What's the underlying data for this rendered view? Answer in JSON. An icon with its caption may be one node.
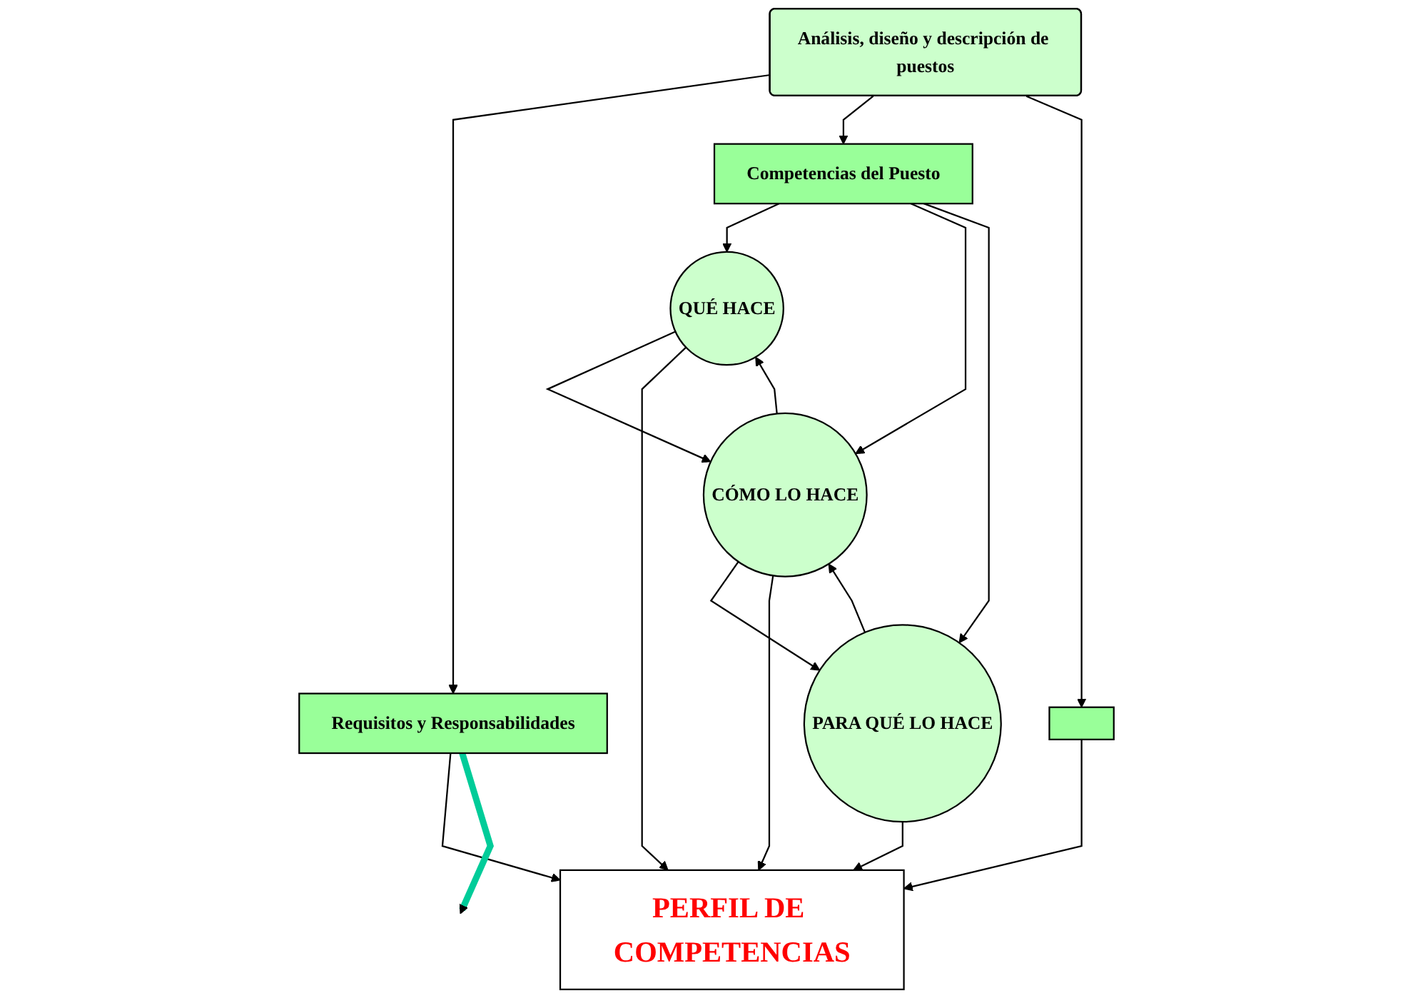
{
  "diagram": {
    "nodes": [
      {
        "text": [
          "Análisis, diseño y descripción de puestos"
        ]
      },
      {
        "text": [
          "Requisitos y Responsabilidades"
        ]
      },
      {
        "text": [
          "Competencias del Puesto"
        ]
      },
      {
        "text": [],
        "shape": "box"
      },
      {
        "text": [
          "QUÉ HACE"
        ]
      },
      {
        "text": [
          "CÓMO LO HACE"
        ]
      },
      {
        "text": [
          "PARA QUÉ LO HACE"
        ]
      },
      {
        "text": [
          "PERFIL DE COMPETENCIAS"
        ]
      }
    ],
    "edges": [
      {
        "from": 0,
        "to": 1,
        "arrow": "to"
      },
      {
        "from": 0,
        "to": 2,
        "arrow": "to"
      },
      {
        "from": 0,
        "to": 3,
        "arrow": "to"
      },
      {
        "from": 2,
        "to": 4,
        "arrow": "to"
      },
      {
        "from": 2,
        "to": 5,
        "arrow": "to"
      },
      {
        "from": 2,
        "to": 6,
        "arrow": "to"
      },
      {
        "from": 5,
        "to": 4,
        "arrow": "to"
      },
      {
        "from": 4,
        "to": 5,
        "arrow": "to"
      },
      {
        "from": 6,
        "to": 5,
        "arrow": "to"
      },
      {
        "from": 5,
        "to": 6,
        "arrow": "to"
      },
      {
        "from": 1,
        "to": 7,
        "arrow": "to"
      },
      {
        "from": 4,
        "to": 7,
        "arrow": "to"
      },
      {
        "from": 5,
        "to": 7,
        "arrow": "to"
      },
      {
        "from": 6,
        "to": 7,
        "arrow": "to"
      },
      {
        "from": 3,
        "to": 7,
        "arrow": "to"
      },
      {
        "from": 1,
        "to": null,
        "arrow": "to",
        "style": "thick",
        "color": "#00cc99"
      }
    ]
  }
}
